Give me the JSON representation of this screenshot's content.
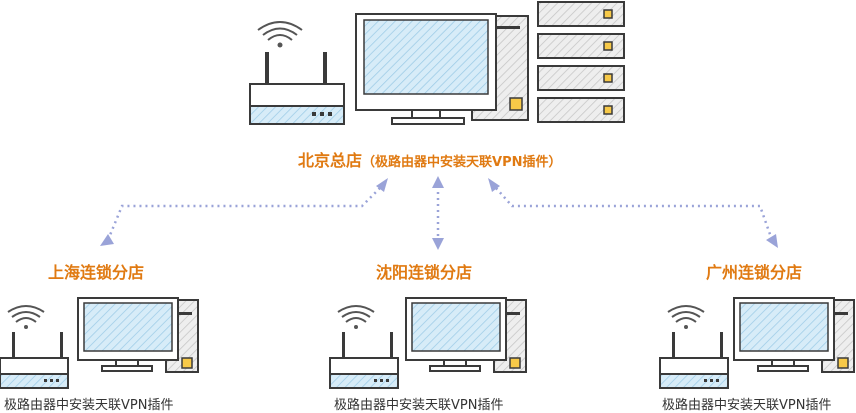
{
  "hq": {
    "title": "北京总店",
    "note": "（极路由器中安装天联VPN插件）"
  },
  "branches": [
    {
      "title": "上海连锁分店",
      "caption": "极路由器中安装天联VPN插件"
    },
    {
      "title": "沈阳连锁分店",
      "caption": "极路由器中安装天联VPN插件"
    },
    {
      "title": "广州连锁分店",
      "caption": "极路由器中安装天联VPN插件"
    }
  ],
  "colors": {
    "accent": "#e07a12",
    "connector": "#9aa3d8",
    "screen": "#cfe8f6",
    "outline": "#3a3a3a"
  }
}
